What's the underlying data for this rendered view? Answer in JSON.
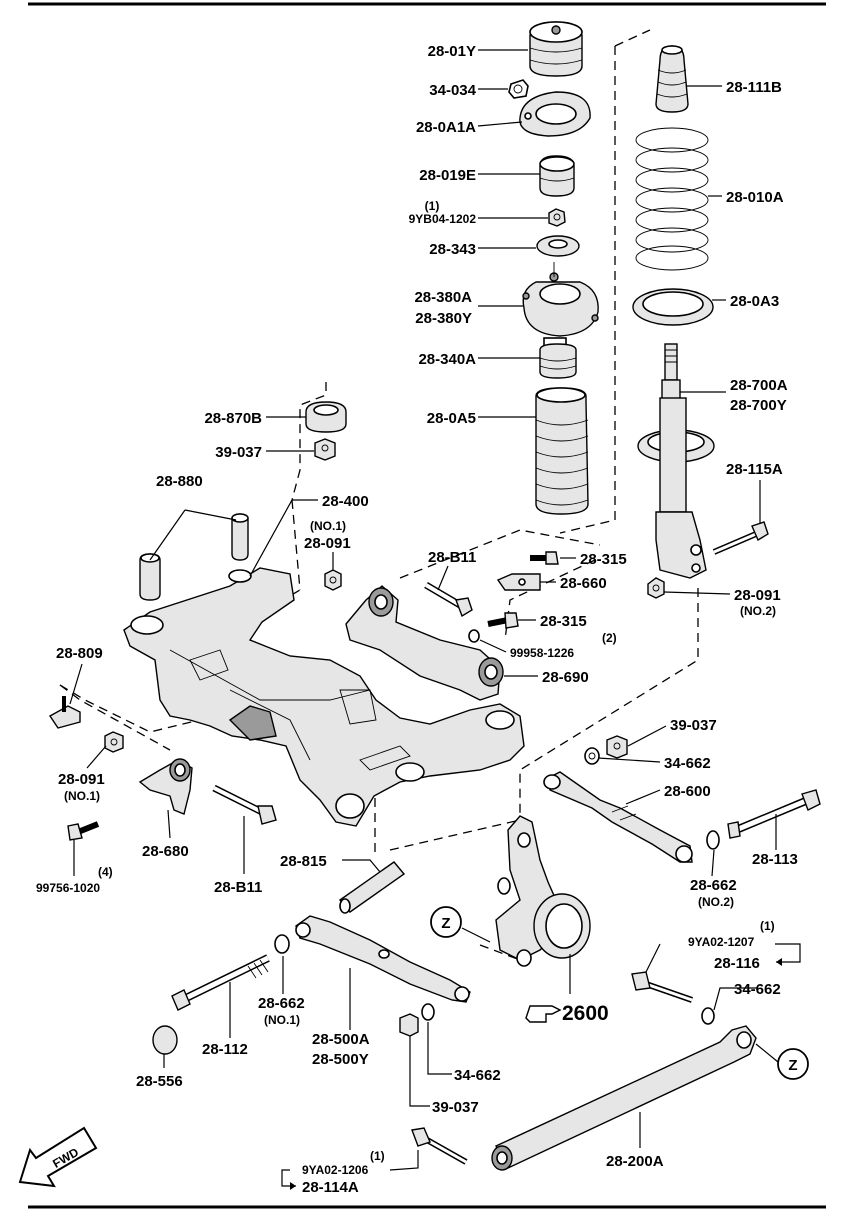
{
  "labels": {
    "top_mount": "28-01Y",
    "nut_34_034": "34-034",
    "plate_0A1A": "28-0A1A",
    "bushing_019E": "28-019E",
    "nut_9YB04_qty": "(1)",
    "nut_9YB04": "9YB04-1202",
    "washer_343": "28-343",
    "mount_380A": "28-380A",
    "mount_380Y": "28-380Y",
    "bound_340A": "28-340A",
    "boot_0A5": "28-0A5",
    "bump_111B": "28-111B",
    "spring_010A": "28-010A",
    "seat_0A3": "28-0A3",
    "strut_700A": "28-700A",
    "strut_700Y": "28-700Y",
    "bolt_115A": "28-115A",
    "nut_091_no2": "28-091",
    "nut_091_no2_note": "(NO.2)",
    "bush_870B": "28-870B",
    "nut_39_037_top": "39-037",
    "insul_880": "28-880",
    "crossmember_400": "28-400",
    "nut_091_no1_note_top": "(NO.1)",
    "nut_091_no1_top": "28-091",
    "bolt_B11_top": "28-B11",
    "bolt_315_top": "28-315",
    "bracket_660": "28-660",
    "bolt_315_mid": "28-315",
    "washer_99958_qty": "(2)",
    "washer_99958": "99958-1226",
    "arm_690": "28-690",
    "bracket_809": "28-809",
    "nut_091_no1_left": "28-091",
    "nut_091_no1_left_note": "(NO.1)",
    "bolt_99756": "99756-1020",
    "bolt_99756_qty": "(4)",
    "arm_680": "28-680",
    "bolt_B11_bottom": "28-B11",
    "nut_39_037_right": "39-037",
    "nut_34_662_right": "34-662",
    "link_600": "28-600",
    "bolt_113": "28-113",
    "washer_662_no2": "28-662",
    "washer_662_no2_note": "(NO.2)",
    "pipe_815": "28-815",
    "knuckle_ref": "2600",
    "detail_z_left": "Z",
    "detail_z_right": "Z",
    "bolt_9YA02_1207_qty": "(1)",
    "bolt_9YA02_1207": "9YA02-1207",
    "bolt_116": "28-116",
    "nut_34_662_lower_right": "34-662",
    "washer_662_no1": "28-662",
    "washer_662_no1_note": "(NO.1)",
    "bolt_112": "28-112",
    "arm_500A": "28-500A",
    "arm_500Y": "28-500Y",
    "nut_34_662_bottom": "34-662",
    "nut_39_037_bottom": "39-037",
    "cap_556": "28-556",
    "link_200A": "28-200A",
    "bolt_9YA02_1206_qty": "(1)",
    "bolt_9YA02_1206": "9YA02-1206",
    "bolt_114A": "28-114A",
    "fwd_arrow": "FWD"
  }
}
